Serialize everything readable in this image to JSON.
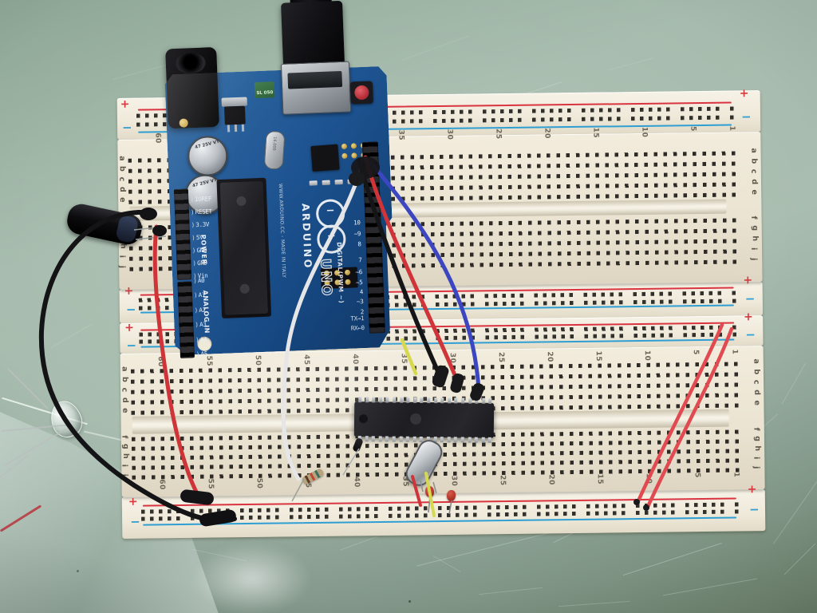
{
  "scene": {
    "description": "Photograph of an Arduino Uno connected to two solderless breadboards with jumper wires, a 40-pin DIP microcontroller, crystal oscillator, capacitors, resistors and a clear LED on a scratched pale-green table"
  },
  "marks": {
    "plus": "+",
    "minus": "−"
  },
  "arduino": {
    "logo_text": "ARDUINO",
    "logo_minus": "−",
    "logo_plus": "+",
    "model_text": "UNO",
    "footer_text": "WWW.ARDUINO.CC - MADE IN ITALY",
    "power_section_label": "POWER",
    "power_pins": [
      "IOREF",
      "RESET",
      "3.3V",
      "5V",
      "GND",
      "GND",
      "Vin"
    ],
    "analog_section_label": "ANALOG IN",
    "analog_pins": [
      "A0",
      "A1",
      "A2",
      "A3",
      "A4",
      "A5"
    ],
    "digital_section_label": "DIGITAL(PWM ~)",
    "digital_pins": [
      "10",
      "~9",
      "8",
      "7",
      "~6",
      "~5",
      "4",
      "~3",
      "2"
    ],
    "tx_pin_label": "TX→1",
    "rx_pin_label": "RX←0",
    "capacitor_text": "47 25V VT",
    "green_led_chip_text": "SL 050",
    "crystal_text": "16.000"
  },
  "breadboard_top": {
    "column_numbers": [
      "60",
      "35",
      "30",
      "25",
      "20",
      "15",
      "10",
      "5",
      "1"
    ],
    "row_letters_top": [
      "a",
      "b",
      "c",
      "d",
      "e"
    ],
    "row_letters_bottom": [
      "f",
      "g",
      "h",
      "i",
      "j"
    ]
  },
  "breadboard_bottom": {
    "column_numbers_top": [
      "60",
      "55",
      "50",
      "45",
      "40",
      "35",
      "30",
      "25",
      "20",
      "15",
      "10",
      "5",
      "1"
    ],
    "column_numbers_bottom": [
      "60",
      "55",
      "50",
      "45",
      "40",
      "35",
      "30",
      "25",
      "20",
      "15",
      "10",
      "5",
      "1"
    ],
    "row_letters_top": [
      "a",
      "b",
      "c",
      "d",
      "e"
    ],
    "row_letters_bottom": [
      "f",
      "g",
      "h",
      "i",
      "j"
    ]
  },
  "components": {
    "ic_chip": "40-pin DIP microcontroller",
    "crystal": "crystal oscillator",
    "led": "clear LED",
    "black_capacitor": "electrolytic capacitor",
    "usb_cable": "USB cable",
    "plastic_bag": "plastic bag"
  },
  "colors": {
    "arduino_blue": "#1e5694",
    "wire_red": "#cf3438",
    "wire_black": "#141416",
    "wire_blue": "#3c46c0",
    "wire_white": "#e6e6e8",
    "wire_yellow": "#d6d94f",
    "rail_red": "#d93440",
    "rail_blue": "#2f9ed2",
    "breadboard": "#ebe4d2",
    "table": "#a7bcae"
  }
}
